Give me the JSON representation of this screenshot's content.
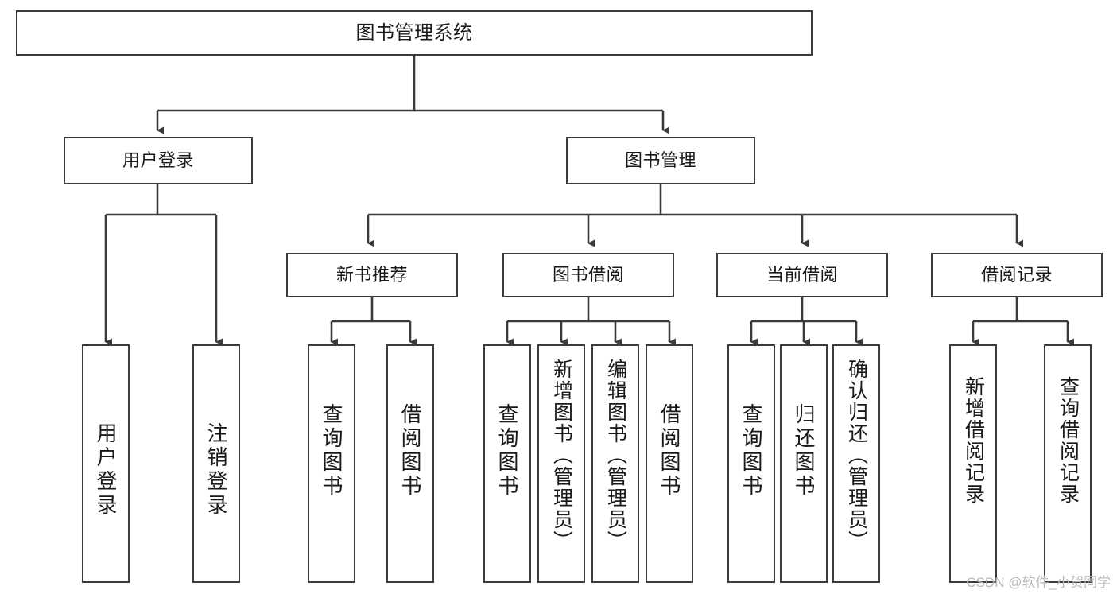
{
  "diagram": {
    "title": "图书管理系统",
    "type": "tree-hierarchy",
    "watermark": "CSDN @软件_小贺同学",
    "root": {
      "id": "root",
      "label": "图书管理系统"
    },
    "level1": [
      {
        "id": "user-login",
        "label": "用户登录"
      },
      {
        "id": "book-manage",
        "label": "图书管理"
      }
    ],
    "level2": [
      {
        "id": "new-book-rec",
        "label": "新书推荐",
        "parent": "book-manage"
      },
      {
        "id": "book-borrow",
        "label": "图书借阅",
        "parent": "book-manage"
      },
      {
        "id": "current-borrow",
        "label": "当前借阅",
        "parent": "book-manage"
      },
      {
        "id": "borrow-record",
        "label": "借阅记录",
        "parent": "book-manage"
      }
    ],
    "leaves": [
      {
        "id": "leaf-user-login",
        "label": "用户登录",
        "parent": "user-login"
      },
      {
        "id": "leaf-logout",
        "label": "注销登录",
        "parent": "user-login"
      },
      {
        "id": "leaf-query-book-1",
        "label": "查询图书",
        "parent": "new-book-rec"
      },
      {
        "id": "leaf-borrow-book-1",
        "label": "借阅图书",
        "parent": "new-book-rec"
      },
      {
        "id": "leaf-query-book-2",
        "label": "查询图书",
        "parent": "book-borrow"
      },
      {
        "id": "leaf-add-book",
        "label": "新增图书（管理员）",
        "parent": "book-borrow"
      },
      {
        "id": "leaf-edit-book",
        "label": "编辑图书（管理员）",
        "parent": "book-borrow"
      },
      {
        "id": "leaf-borrow-book-2",
        "label": "借阅图书",
        "parent": "book-borrow"
      },
      {
        "id": "leaf-query-book-3",
        "label": "查询图书",
        "parent": "current-borrow"
      },
      {
        "id": "leaf-return-book",
        "label": "归还图书",
        "parent": "current-borrow"
      },
      {
        "id": "leaf-confirm-return",
        "label": "确认归还（管理员）",
        "parent": "current-borrow"
      },
      {
        "id": "leaf-add-record",
        "label": "新增借阅记录",
        "parent": "borrow-record"
      },
      {
        "id": "leaf-query-record",
        "label": "查询借阅记录",
        "parent": "borrow-record"
      }
    ],
    "colors": {
      "border": "#3a3a3a",
      "background": "#ffffff",
      "text": "#1a1a1a",
      "watermark": "#b9b9b9"
    }
  }
}
